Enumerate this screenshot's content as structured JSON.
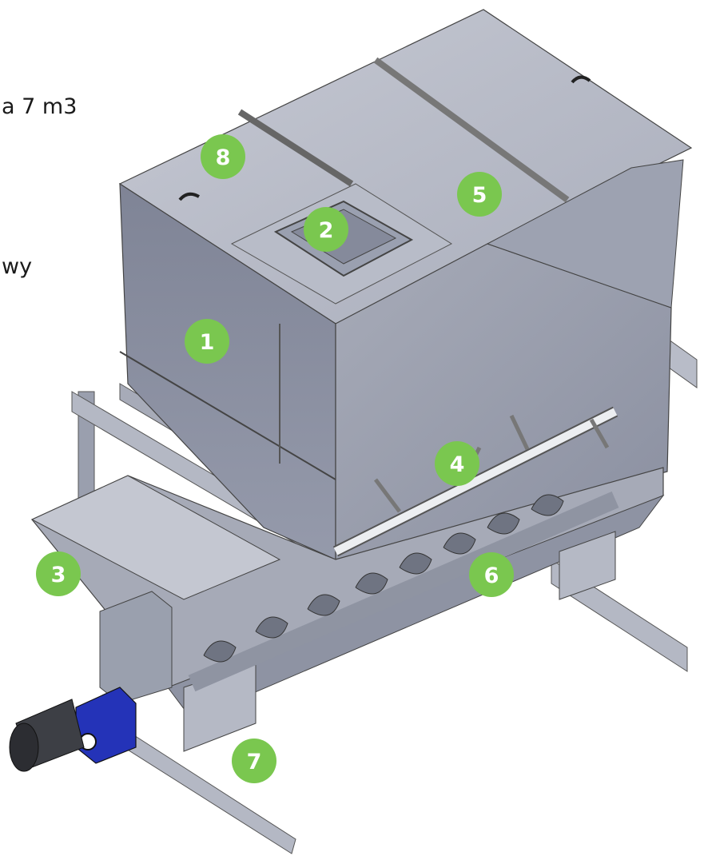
{
  "side_texts": [
    "a 7 m3",
    "wy"
  ],
  "markers": [
    "1",
    "2",
    "3",
    "4",
    "5",
    "6",
    "7",
    "8"
  ],
  "colors": {
    "marker": "#7ac74f",
    "steel": "#a8acba",
    "steel_dark": "#7e8394",
    "motor": "#2433b8",
    "shaft": "#e9eaed"
  }
}
